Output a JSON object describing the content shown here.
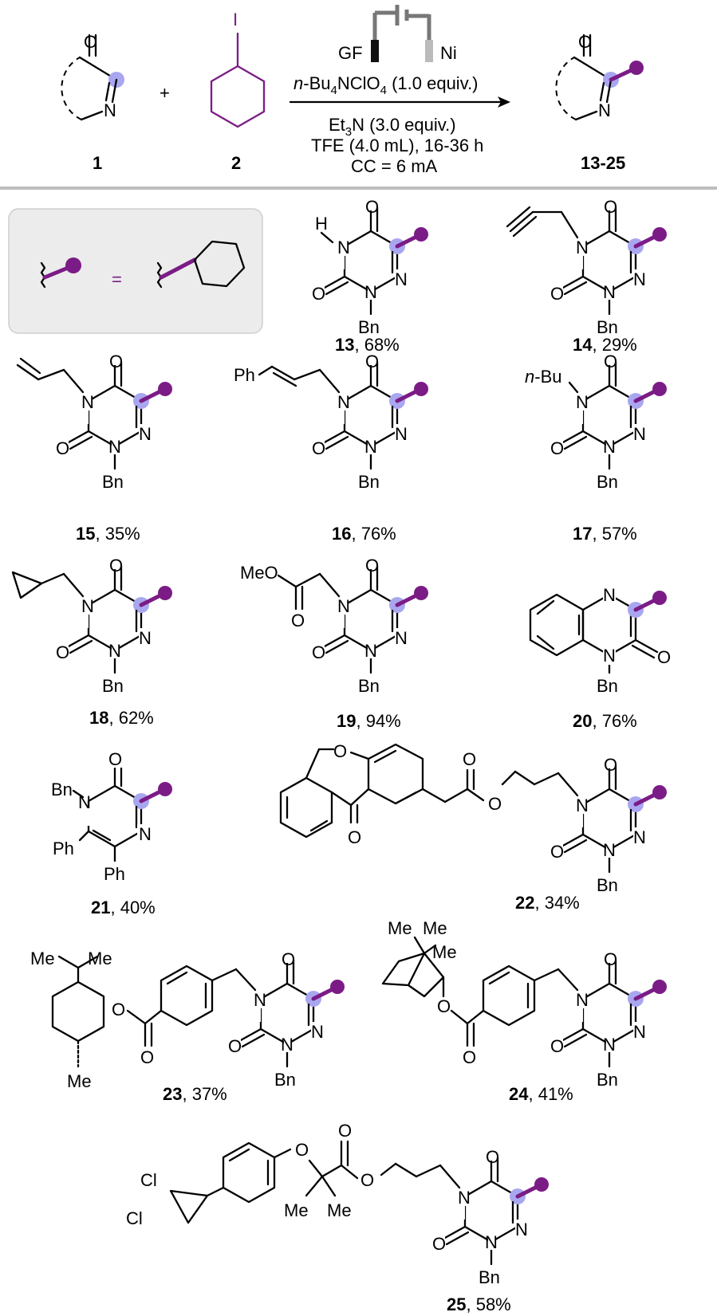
{
  "colors": {
    "accent": "#7b1c86",
    "highlight": "#a9a6f0",
    "separator": "#bdbdbd",
    "legend_box": "#ececec"
  },
  "scheme": {
    "reactant1_label": "1",
    "reactant2_label": "2",
    "product_label": "13-25",
    "plus": "+",
    "iodine": "I",
    "electrode_anode": "GF",
    "electrode_cathode": "Ni",
    "conditions": {
      "line1_prefix": "n",
      "line1_main": "-Bu",
      "line1_sub": "4",
      "line1_rest": "NClO",
      "line1_sub2": "4",
      "line1_tail": " (1.0 equiv.)",
      "line2_main": "Et",
      "line2_sub": "3",
      "line2_rest": "N (3.0 equiv.)",
      "line3": "TFE (4.0 mL), 16-36 h",
      "line4": "CC = 6 mA"
    }
  },
  "legend": {
    "equals": "="
  },
  "atoms": {
    "O": "O",
    "N": "N",
    "H": "H",
    "Bn": "Bn",
    "Ph": "Ph",
    "MeO": "MeO",
    "Me": "Me",
    "Cl": "Cl",
    "nBu_n": "n",
    "nBu_rest": "-Bu",
    "Bn_dash": "Bn"
  },
  "compounds": [
    {
      "num": "13",
      "yield": ", 68%"
    },
    {
      "num": "14",
      "yield": ", 29%"
    },
    {
      "num": "15",
      "yield": ", 35%"
    },
    {
      "num": "16",
      "yield": ", 76%"
    },
    {
      "num": "17",
      "yield": ", 57%"
    },
    {
      "num": "18",
      "yield": ", 62%"
    },
    {
      "num": "19",
      "yield": ", 94%"
    },
    {
      "num": "20",
      "yield": ", 76%"
    },
    {
      "num": "21",
      "yield": ", 40%"
    },
    {
      "num": "22",
      "yield": ", 34%"
    },
    {
      "num": "23",
      "yield": ", 37%"
    },
    {
      "num": "24",
      "yield": ", 41%"
    },
    {
      "num": "25",
      "yield": ", 58%"
    }
  ]
}
